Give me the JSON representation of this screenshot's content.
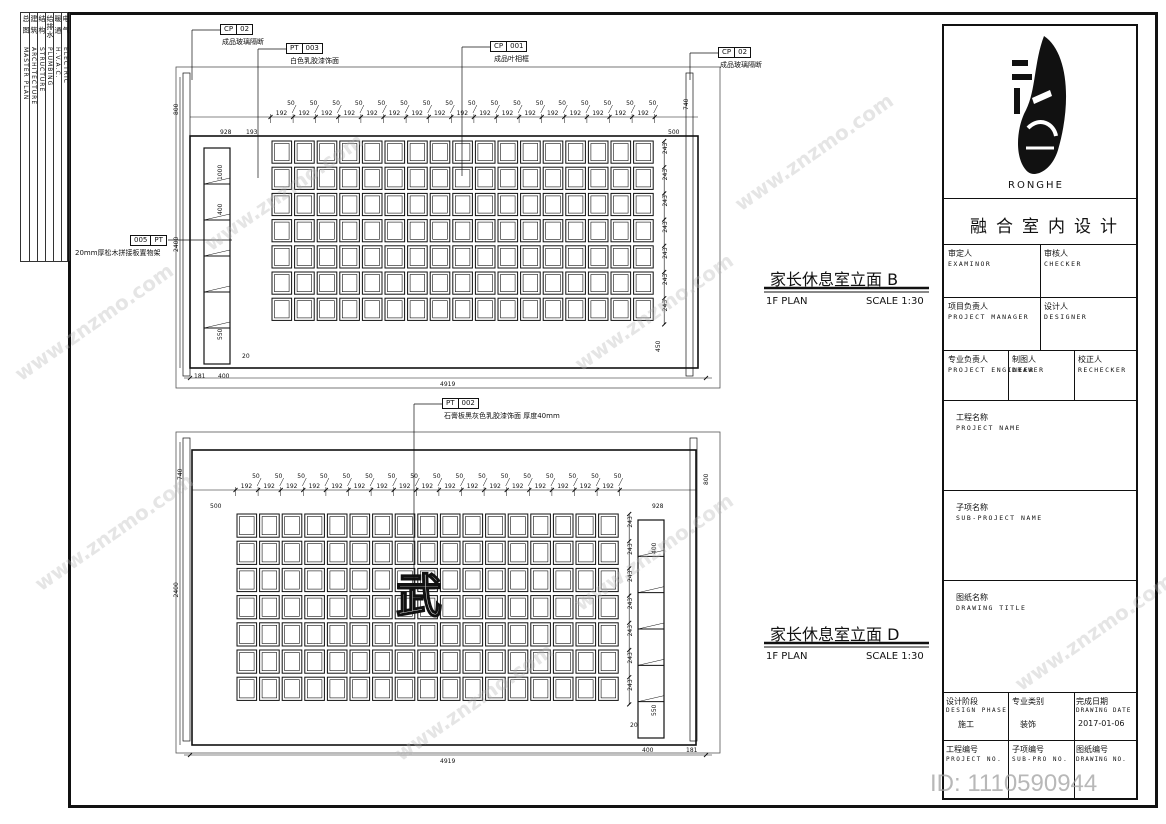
{
  "left_strip": [
    {
      "cn": "总 图",
      "en": "MASTER PLAN"
    },
    {
      "cn": "建 筑",
      "en": "ARCHITECTURE"
    },
    {
      "cn": "结 构",
      "en": "STRUCTURE"
    },
    {
      "cn": "给排水",
      "en": "PLUMBING"
    },
    {
      "cn": "暖 通",
      "en": "H.V.A.C."
    },
    {
      "cn": "电 气",
      "en": "ELECTRIC"
    }
  ],
  "title_block": {
    "brand": "RONGHE",
    "company": "融合室内设计",
    "examiner_cn": "审定人",
    "examiner_en": "EXAMINOR",
    "checker_cn": "审核人",
    "checker_en": "CHECKER",
    "pm_cn": "项目负责人",
    "pm_en": "PROJECT MANAGER",
    "designer_cn": "设计人",
    "designer_en": "DESIGNER",
    "engineer_cn": "专业负责人",
    "engineer_en": "PROJECT ENGINEER",
    "drawer_cn": "制图人",
    "drawer_en": "DRAWER",
    "rechecker_cn": "校正人",
    "rechecker_en": "RECHECKER",
    "project_cn": "工程名称",
    "project_en": "PROJECT NAME",
    "subproject_cn": "子项名称",
    "subproject_en": "SUB-PROJECT NAME",
    "drawing_title_cn": "图纸名称",
    "drawing_title_en": "DRAWING TITLE",
    "phase_cn": "设计阶段",
    "phase_en": "DESIGN PHASE",
    "phase_val": "施工",
    "category_cn": "专业类别",
    "category_val": "装饰",
    "date_cn": "完成日期",
    "date_en": "DRAWING DATE",
    "date_val": "2017-01-06",
    "proj_no_cn": "工程编号",
    "proj_no_en": "PROJECT NO.",
    "sub_no_cn": "子项编号",
    "sub_no_en": "SUB-PRO NO.",
    "drawing_no_cn": "图纸编号",
    "drawing_no_en": "DRAWING NO."
  },
  "view_b": {
    "title": "家长休息室立面 B",
    "plan": "1F PLAN",
    "scale": "SCALE 1:30"
  },
  "view_d": {
    "title": "家长休息室立面 D",
    "plan": "1F PLAN",
    "scale": "SCALE 1:30"
  },
  "tags": [
    {
      "code": "CP",
      "num": "02",
      "note": "成品玻璃隔断"
    },
    {
      "code": "PT",
      "num": "003",
      "note": "白色乳胶漆饰面"
    },
    {
      "code": "CP",
      "num": "001",
      "note": "成品叶相框"
    },
    {
      "code": "CP",
      "num": "02",
      "note": "成品玻璃隔断"
    },
    {
      "code": "005",
      "num": "PT",
      "note": "20mm厚松木拼接板置物架"
    },
    {
      "code": "PT",
      "num": "002",
      "note": "石膏板黑灰色乳胶漆饰面 厚度40mm"
    }
  ],
  "dims_b": {
    "top_left": "928",
    "top_mid": "193",
    "gap": "50",
    "cell": "192",
    "right_top": "500",
    "right_v": "740",
    "left_v": "800",
    "shelf_a": "400",
    "shelf_b": "1000",
    "shelf_c": "550",
    "shelf_d": "20",
    "height": "2400",
    "row_gap": "243",
    "row_cell": "50",
    "bottom_right": "450",
    "bottom_a": "181",
    "bottom_b": "400",
    "bottom_total": "4919"
  },
  "dims_d": {
    "top_left": "500",
    "gap": "50",
    "cell": "192",
    "right_top": "928",
    "left_v": "740",
    "right_v": "800",
    "height": "2400",
    "shelf_a": "400",
    "shelf_c": "550",
    "shelf_d": "20",
    "row_gap": "243",
    "row_cell": "50",
    "bottom_total": "4919",
    "bottom_a": "400",
    "bottom_b": "181"
  },
  "watermark": "www.znzmo.com",
  "id_text": "ID: 1110590944",
  "mural_glyph": "武"
}
